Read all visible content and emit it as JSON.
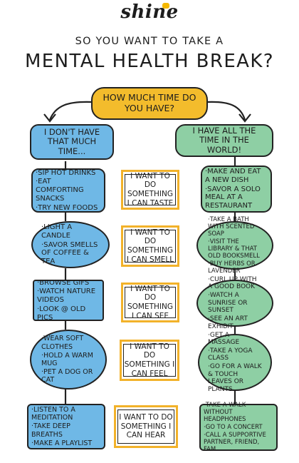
{
  "logo": {
    "text": "shine"
  },
  "header": {
    "subtitle": "SO YOU WANT TO TAKE A",
    "title": "MENTAL HEALTH BREAK?"
  },
  "question": "HOW MUCH TIME DO YOU HAVE?",
  "left_header": "I DON'T HAVE THAT MUCH TIME...",
  "right_header": "I HAVE ALL THE TIME IN THE WORLD!",
  "rows": [
    {
      "left": [
        "SIP HOT DRINKS",
        "EAT COMFORTING SNACKS",
        "TRY NEW FOODS"
      ],
      "center": "I WANT TO DO SOMETHING I CAN TASTE",
      "right": [
        "MAKE AND EAT A NEW DISH",
        "SAVOR A SOLO MEAL AT A RESTAURANT"
      ]
    },
    {
      "left": [
        "LIGHT A CANDLE",
        "SAVOR SMELLS OF COFFEE & TEA"
      ],
      "center": "I WANT TO DO SOMETHING I CAN SMELL",
      "right": [
        "TAKE A BATH WITH SCENTED SOAP",
        "VISIT THE LIBRARY & THAT OLD BOOKSMELL",
        "BUY HERBS OR LAVENDER"
      ]
    },
    {
      "left": [
        "BROWSE GIFS",
        "WATCH NATURE VIDEOS",
        "LOOK @ OLD PICS"
      ],
      "center": "I WANT TO DO SOMETHING I CAN SEE",
      "right": [
        "CURL UP WITH A GOOD BOOK",
        "WATCH A SUNRISE OR SUNSET",
        "SEE AN ART EXHIBIT"
      ]
    },
    {
      "left": [
        "WEAR SOFT CLOTHES",
        "HOLD A WARM MUG",
        "PET A DOG OR CAT"
      ],
      "center": "I WANT TO DO SOMETHING I CAN FEEL",
      "right": [
        "GET A MASSAGE",
        "TAKE A YOGA CLASS",
        "GO FOR A WALK & TOUCH LEAVES OR PLANTS"
      ]
    },
    {
      "left": [
        "LISTEN TO A MEDITATION",
        "TAKE DEEP BREATHS",
        "MAKE A PLAYLIST"
      ],
      "center": "I WANT TO DO SOMETHING I CAN HEAR",
      "right": [
        "TAKE A WALK WITHOUT HEADPHONES",
        "GO TO A CONCERT",
        "CALL A SUPPORTIVE PARTNER, FRIEND, FAM"
      ]
    }
  ]
}
